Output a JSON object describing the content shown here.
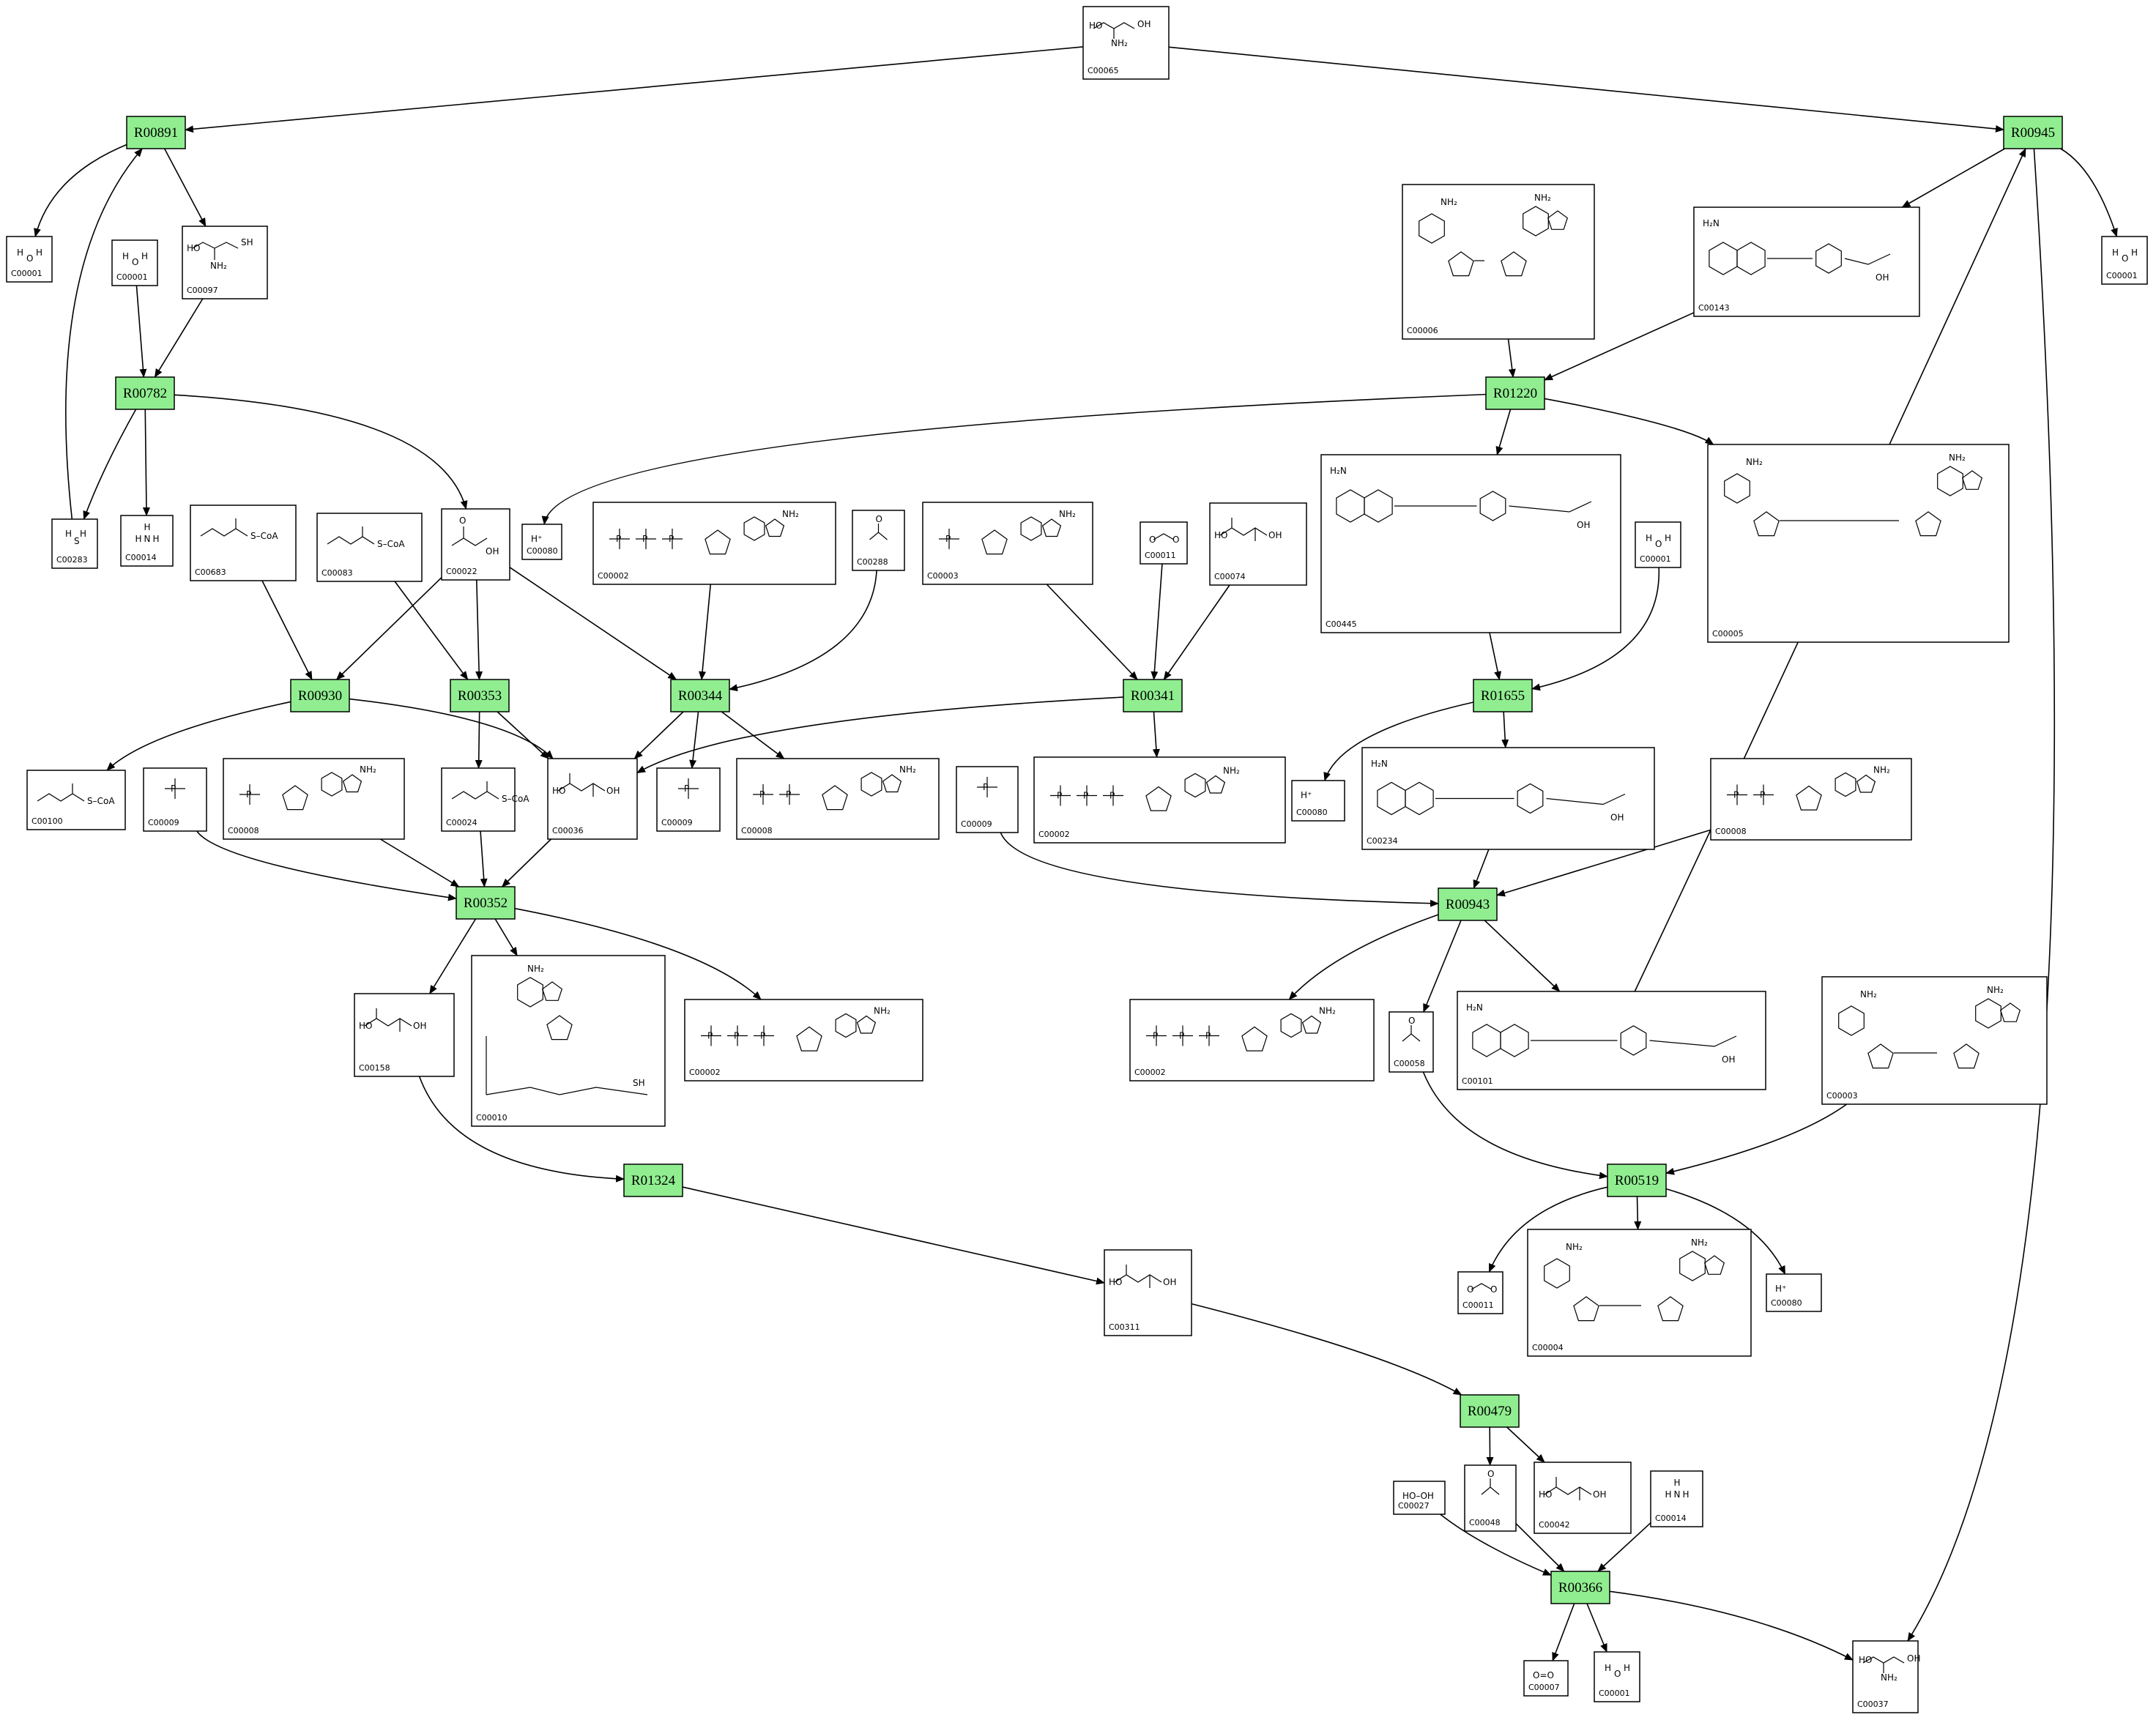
{
  "diagram": {
    "reactions": [
      "R00891",
      "R00945",
      "R00782",
      "R01220",
      "R00930",
      "R00353",
      "R00344",
      "R00341",
      "R01655",
      "R00352",
      "R00943",
      "R01324",
      "R00519",
      "R00479",
      "R00366"
    ],
    "compounds": [
      {
        "key": "n_C00065",
        "id": "C00065",
        "label": ""
      },
      {
        "key": "n_C00001_a",
        "id": "C00001",
        "label": ""
      },
      {
        "key": "n_C00001_b",
        "id": "C00001",
        "label": ""
      },
      {
        "key": "n_C00097",
        "id": "C00097",
        "label": ""
      },
      {
        "key": "n_C00006",
        "id": "C00006",
        "label": ""
      },
      {
        "key": "n_C00143",
        "id": "C00143",
        "label": ""
      },
      {
        "key": "n_C00001_c",
        "id": "C00001",
        "label": ""
      },
      {
        "key": "n_C00283",
        "id": "C00283",
        "label": ""
      },
      {
        "key": "n_C00014_a",
        "id": "C00014",
        "label": ""
      },
      {
        "key": "n_C00683",
        "id": "C00683",
        "label": ""
      },
      {
        "key": "n_C00083",
        "id": "C00083",
        "label": ""
      },
      {
        "key": "n_C00022",
        "id": "C00022",
        "label": ""
      },
      {
        "key": "n_C00080_a",
        "id": "C00080",
        "label": "H⁺"
      },
      {
        "key": "n_C00002_a",
        "id": "C00002",
        "label": ""
      },
      {
        "key": "n_C00288",
        "id": "C00288",
        "label": ""
      },
      {
        "key": "n_C00003_a",
        "id": "C00003",
        "label": ""
      },
      {
        "key": "n_C00011_a",
        "id": "C00011",
        "label": ""
      },
      {
        "key": "n_C00074",
        "id": "C00074",
        "label": ""
      },
      {
        "key": "n_C00445",
        "id": "C00445",
        "label": ""
      },
      {
        "key": "n_C00001_d",
        "id": "C00001",
        "label": ""
      },
      {
        "key": "n_C00005",
        "id": "C00005",
        "label": ""
      },
      {
        "key": "n_C00100",
        "id": "C00100",
        "label": ""
      },
      {
        "key": "n_C00009_a",
        "id": "C00009",
        "label": ""
      },
      {
        "key": "n_C00008_a",
        "id": "C00008",
        "label": ""
      },
      {
        "key": "n_C00024",
        "id": "C00024",
        "label": ""
      },
      {
        "key": "n_C00036",
        "id": "C00036",
        "label": ""
      },
      {
        "key": "n_C00009_b",
        "id": "C00009",
        "label": ""
      },
      {
        "key": "n_C00008_b",
        "id": "C00008",
        "label": ""
      },
      {
        "key": "n_C00009_c",
        "id": "C00009",
        "label": ""
      },
      {
        "key": "n_C00002_b",
        "id": "C00002",
        "label": ""
      },
      {
        "key": "n_C00080_b",
        "id": "C00080",
        "label": "H⁺"
      },
      {
        "key": "n_C00234",
        "id": "C00234",
        "label": ""
      },
      {
        "key": "n_C00008_c",
        "id": "C00008",
        "label": ""
      },
      {
        "key": "n_C00158",
        "id": "C00158",
        "label": ""
      },
      {
        "key": "n_C00010",
        "id": "C00010",
        "label": ""
      },
      {
        "key": "n_C00002_c",
        "id": "C00002",
        "label": ""
      },
      {
        "key": "n_C00002_d",
        "id": "C00002",
        "label": ""
      },
      {
        "key": "n_C00058",
        "id": "C00058",
        "label": ""
      },
      {
        "key": "n_C00101",
        "id": "C00101",
        "label": ""
      },
      {
        "key": "n_C00003_b",
        "id": "C00003",
        "label": ""
      },
      {
        "key": "n_C00311",
        "id": "C00311",
        "label": ""
      },
      {
        "key": "n_C00011_b",
        "id": "C00011",
        "label": ""
      },
      {
        "key": "n_C00004",
        "id": "C00004",
        "label": ""
      },
      {
        "key": "n_C00080_c",
        "id": "C00080",
        "label": "H⁺"
      },
      {
        "key": "n_C00027",
        "id": "C00027",
        "label": "HO–OH"
      },
      {
        "key": "n_C00048",
        "id": "C00048",
        "label": ""
      },
      {
        "key": "n_C00042",
        "id": "C00042",
        "label": ""
      },
      {
        "key": "n_C00014_b",
        "id": "C00014",
        "label": ""
      },
      {
        "key": "n_C00007",
        "id": "C00007",
        "label": "O=O"
      },
      {
        "key": "n_C00001_e",
        "id": "C00001",
        "label": ""
      },
      {
        "key": "n_C00037",
        "id": "C00037",
        "label": ""
      }
    ],
    "edges": [
      [
        "n_C00065",
        "R00891"
      ],
      [
        "n_C00065",
        "R00945"
      ],
      [
        "R00891",
        "n_C00001_a"
      ],
      [
        "R00891",
        "n_C00097"
      ],
      [
        "n_C00001_b",
        "R00782"
      ],
      [
        "n_C00097",
        "R00782"
      ],
      [
        "n_C00283",
        "R00891"
      ],
      [
        "R00782",
        "n_C00283"
      ],
      [
        "R00782",
        "n_C00014_a"
      ],
      [
        "R00782",
        "n_C00022"
      ],
      [
        "R00945",
        "n_C00143"
      ],
      [
        "R00945",
        "n_C00001_c"
      ],
      [
        "R00945",
        "n_C00037"
      ],
      [
        "n_C00006",
        "R01220"
      ],
      [
        "n_C00143",
        "R01220"
      ],
      [
        "R01220",
        "n_C00080_a"
      ],
      [
        "R01220",
        "n_C00445"
      ],
      [
        "R01220",
        "n_C00005"
      ],
      [
        "n_C00683",
        "R00930"
      ],
      [
        "n_C00022",
        "R00930"
      ],
      [
        "R00930",
        "n_C00100"
      ],
      [
        "R00930",
        "n_C00036"
      ],
      [
        "n_C00083",
        "R00353"
      ],
      [
        "n_C00022",
        "R00353"
      ],
      [
        "R00353",
        "n_C00024"
      ],
      [
        "R00353",
        "n_C00036"
      ],
      [
        "n_C00022",
        "R00344"
      ],
      [
        "n_C00002_a",
        "R00344"
      ],
      [
        "n_C00288",
        "R00344"
      ],
      [
        "R00344",
        "n_C00036"
      ],
      [
        "R00344",
        "n_C00009_b"
      ],
      [
        "R00344",
        "n_C00008_b"
      ],
      [
        "n_C00003_a",
        "R00341"
      ],
      [
        "n_C00011_a",
        "R00341"
      ],
      [
        "n_C00074",
        "R00341"
      ],
      [
        "R00341",
        "n_C00036"
      ],
      [
        "R00341",
        "n_C00002_b"
      ],
      [
        "n_C00445",
        "R01655"
      ],
      [
        "n_C00001_d",
        "R01655"
      ],
      [
        "R01655",
        "n_C00080_b"
      ],
      [
        "R01655",
        "n_C00234"
      ],
      [
        "n_C00009_a",
        "R00352"
      ],
      [
        "n_C00008_a",
        "R00352"
      ],
      [
        "n_C00024",
        "R00352"
      ],
      [
        "n_C00036",
        "R00352"
      ],
      [
        "R00352",
        "n_C00158"
      ],
      [
        "R00352",
        "n_C00010"
      ],
      [
        "R00352",
        "n_C00002_c"
      ],
      [
        "n_C00009_c",
        "R00943"
      ],
      [
        "n_C00234",
        "R00943"
      ],
      [
        "n_C00008_c",
        "R00943"
      ],
      [
        "R00943",
        "n_C00002_d"
      ],
      [
        "R00943",
        "n_C00058"
      ],
      [
        "R00943",
        "n_C00101"
      ],
      [
        "n_C00101",
        "R00945"
      ],
      [
        "n_C00158",
        "R01324"
      ],
      [
        "R01324",
        "n_C00311"
      ],
      [
        "n_C00058",
        "R00519"
      ],
      [
        "n_C00003_b",
        "R00519"
      ],
      [
        "R00519",
        "n_C00011_b"
      ],
      [
        "R00519",
        "n_C00004"
      ],
      [
        "R00519",
        "n_C00080_c"
      ],
      [
        "n_C00311",
        "R00479"
      ],
      [
        "R00479",
        "n_C00048"
      ],
      [
        "R00479",
        "n_C00042"
      ],
      [
        "n_C00027",
        "R00366"
      ],
      [
        "n_C00048",
        "R00366"
      ],
      [
        "n_C00014_b",
        "R00366"
      ],
      [
        "R00366",
        "n_C00007"
      ],
      [
        "R00366",
        "n_C00001_e"
      ],
      [
        "R00366",
        "n_C00037"
      ]
    ]
  }
}
